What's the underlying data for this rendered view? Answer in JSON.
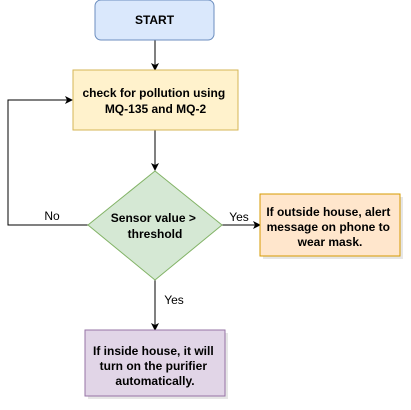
{
  "diagram": {
    "start": {
      "label": "START",
      "fill": "#dae8fc",
      "stroke": "#6c8ebf"
    },
    "check": {
      "lines": [
        "check for pollution using",
        "MQ-135 and MQ-2"
      ],
      "fill": "#fff2cc",
      "stroke": "#d6b656"
    },
    "decision": {
      "lines": [
        "Sensor value >",
        "threshold"
      ],
      "fill": "#d5e8d4",
      "stroke": "#82b366"
    },
    "outside": {
      "lines": [
        "If outside house, alert",
        "message on phone to",
        "wear mask."
      ],
      "fill": "#ffe6cc",
      "stroke": "#d79b00"
    },
    "inside": {
      "lines": [
        "If inside house, it will",
        "turn on the purifier",
        "automatically."
      ],
      "fill": "#e1d5e7",
      "stroke": "#9673a6"
    },
    "edges": {
      "no_label": "No",
      "yes_right_label": "Yes",
      "yes_down_label": "Yes"
    }
  }
}
